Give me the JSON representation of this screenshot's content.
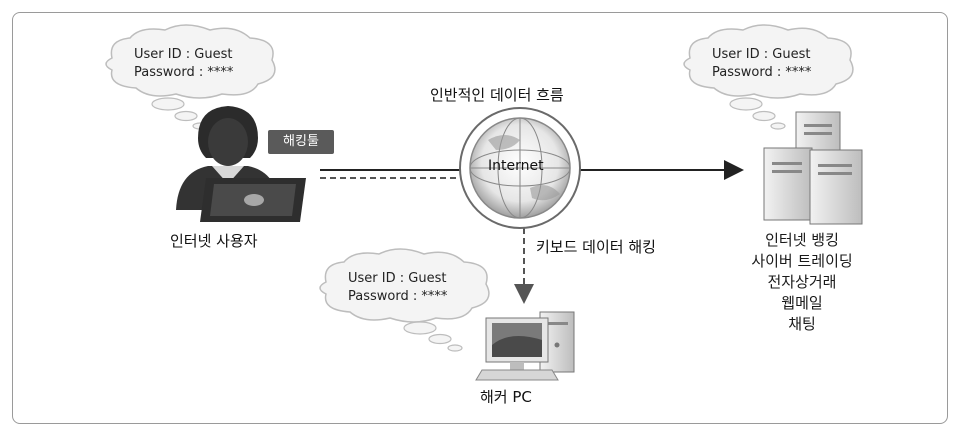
{
  "credentials": {
    "user_label": "User ID : Guest",
    "password_label": "Password : ****"
  },
  "flow_label": "인반적인 데이터 흐름",
  "internet_label": "Internet",
  "hacking_tool_label": "해킹툴",
  "keyboard_hacking_label": "키보드 데이터 해킹",
  "user_label": "인터넷 사용자",
  "hacker_pc_label": "해커 PC",
  "services": [
    "인터넷 뱅킹",
    "사이버 트레이딩",
    "전자상거래",
    "웹메일",
    "채팅"
  ]
}
